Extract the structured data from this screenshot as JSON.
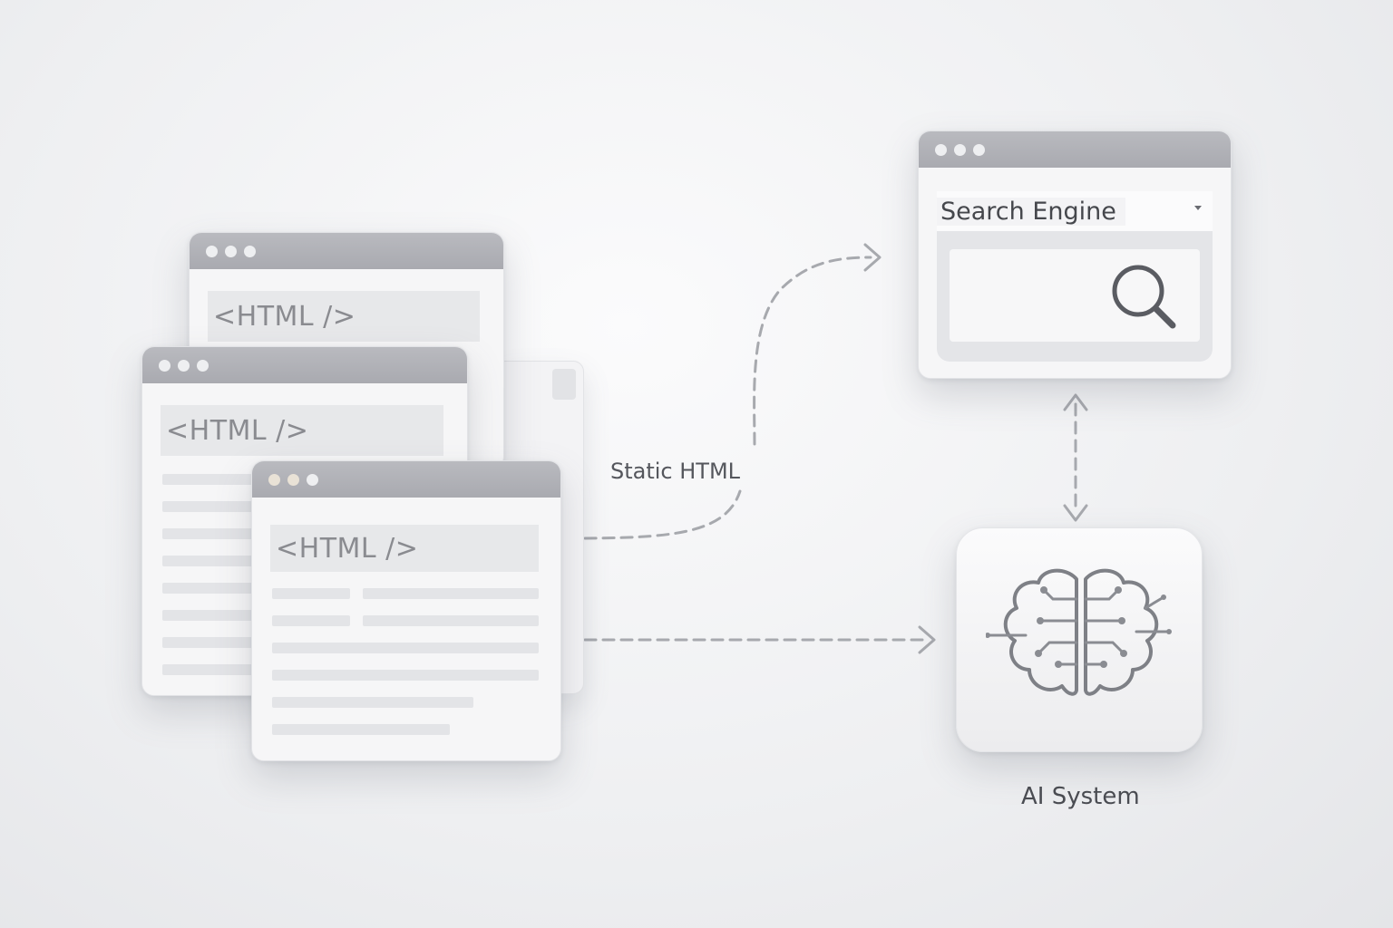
{
  "html_windows": [
    {
      "code_label": "<HTML />"
    },
    {
      "code_label": "<HTML />"
    },
    {
      "code_label": "<HTML />"
    }
  ],
  "flow_label": "Static HTML",
  "search_engine": {
    "title": "Search Engine",
    "icon": "magnifier-icon"
  },
  "ai_system": {
    "label": "AI System",
    "icon": "brain-circuit-icon"
  }
}
